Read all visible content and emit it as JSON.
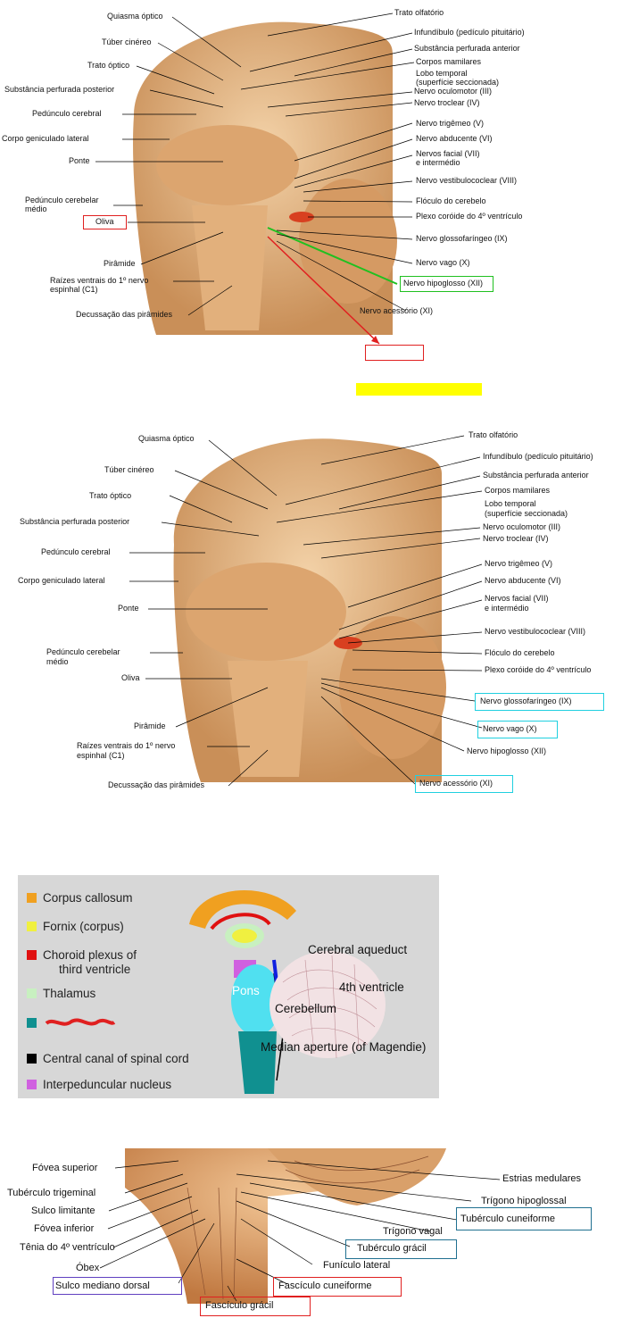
{
  "figure1": {
    "labels_right": [
      "Trato olfatório",
      "Infundíbulo (pedículo pituitário)",
      "Substância perfurada anterior",
      "Corpos mamilares",
      "Lobo temporal",
      "(superfície seccionada)",
      "Nervo oculomotor (III)",
      "Nervo troclear (IV)",
      "Nervo trigêmeo (V)",
      "Nervo abducente (VI)",
      "Nervos facial (VII)",
      "e intermédio",
      "Nervo vestibulococlear (VIII)",
      "Flóculo do cerebelo",
      "Plexo coróide do 4º ventrículo",
      "Nervo glossofaríngeo (IX)",
      "Nervo vago (X)",
      "Nervo hipoglosso (XII)",
      "Nervo acessório (XI)"
    ],
    "labels_left": [
      "Quiasma óptico",
      "Túber cinéreo",
      "Trato óptico",
      "Substância perfurada posterior",
      "Pedúnculo cerebral",
      "Corpo geniculado lateral",
      "Ponte",
      "Pedúnculo cerebelar",
      "médio",
      "Oliva",
      "Pirâmide",
      "Raízes ventrais do 1º nervo",
      "espinhal (C1)",
      "Decussação das pirâmides"
    ]
  },
  "figure2": {
    "labels_right": [
      "Trato olfatório",
      "Infundíbulo (pedículo pituitário)",
      "Substância perfurada anterior",
      "Corpos mamilares",
      "Lobo temporal",
      "(superfície seccionada)",
      "Nervo oculomotor (III)",
      "Nervo troclear (IV)",
      "Nervo trigêmeo (V)",
      "Nervo abducente (VI)",
      "Nervos facial (VII)",
      "e intermédio",
      "Nervo vestibulococlear (VIII)",
      "Flóculo do cerebelo",
      "Plexo coróide do 4º ventrículo",
      "Nervo glossofaríngeo (IX)",
      "Nervo vago (X)",
      "Nervo hipoglosso (XII)",
      "Nervo acessório (XI)"
    ],
    "labels_left": [
      "Quiasma óptico",
      "Túber cinéreo",
      "Trato óptico",
      "Substância perfurada posterior",
      "Pedúnculo cerebral",
      "Corpo geniculado lateral",
      "Ponte",
      "Pedúnculo cerebelar",
      "médio",
      "Oliva",
      "Pirâmide",
      "Raízes ventrais do 1º nervo",
      "espinhal (C1)",
      "Decussação das pirâmides"
    ]
  },
  "figure3": {
    "legend": [
      {
        "label": "Corpus callosum",
        "color": "#f0a020"
      },
      {
        "label": "Fornix (corpus)",
        "color": "#f0f040"
      },
      {
        "label": "Choroid plexus of",
        "color": "#e01010"
      },
      {
        "label": "third ventricle",
        "color": ""
      },
      {
        "label": "Thalamus",
        "color": "#c8f0c0"
      },
      {
        "label": "",
        "color": "#109090"
      },
      {
        "label": "Central canal of spinal cord",
        "color": "#000000"
      },
      {
        "label": "Interpeduncular nucleus",
        "color": "#d060e0"
      }
    ],
    "labels": [
      "Cerebral aqueduct",
      "4th ventricle",
      "Pons",
      "Cerebellum",
      "Median aperture (of Magendie)"
    ]
  },
  "figure4": {
    "labels_left": [
      "Fóvea superior",
      "Tubérculo trigeminal",
      "Sulco limitante",
      "Fóvea inferior",
      "Tênia do 4º ventrículo",
      "Óbex",
      "Sulco mediano dorsal"
    ],
    "labels_right": [
      "Estrias medulares",
      "Trígono hipoglossal",
      "Tubérculo cuneiforme",
      "Trígono vagal",
      "Tubérculo grácil",
      "Funículo lateral",
      "Fascículo cuneiforme",
      "Fascículo grácil"
    ]
  },
  "colors": {
    "brain_fill": "#e6b886",
    "brain_shade": "#c98f58",
    "highlight_yellow": "#ffff00",
    "box_red": "#e02020",
    "box_green": "#20c020",
    "box_cyan": "#20d0e0",
    "box_teal": "#207090",
    "box_purple": "#6040c0"
  }
}
